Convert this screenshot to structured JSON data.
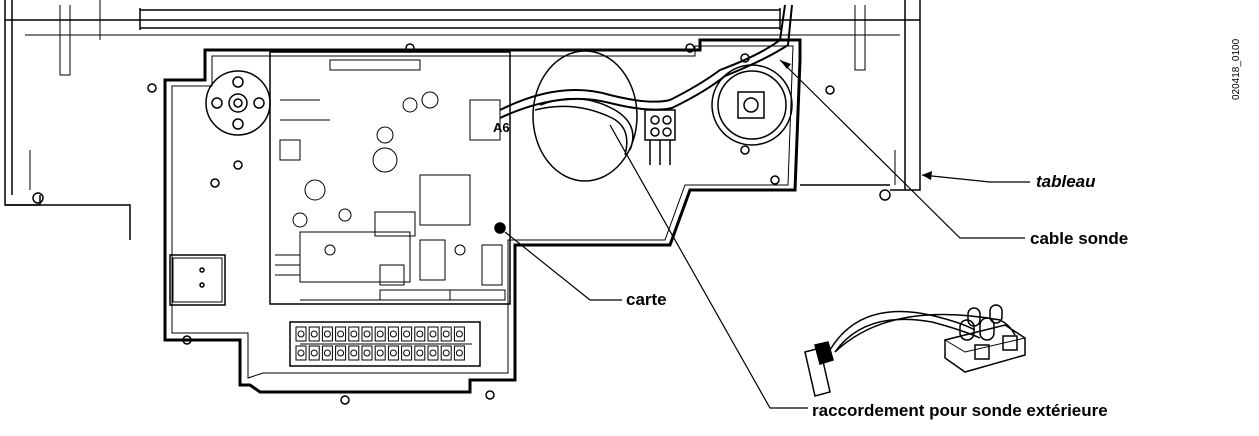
{
  "labels": {
    "tableau": "tableau",
    "cable_sonde": "cable sonde",
    "carte": "carte",
    "raccordement": "raccordement pour sonde extérieure",
    "connector_code": "A6",
    "reference": "020418_0100"
  }
}
